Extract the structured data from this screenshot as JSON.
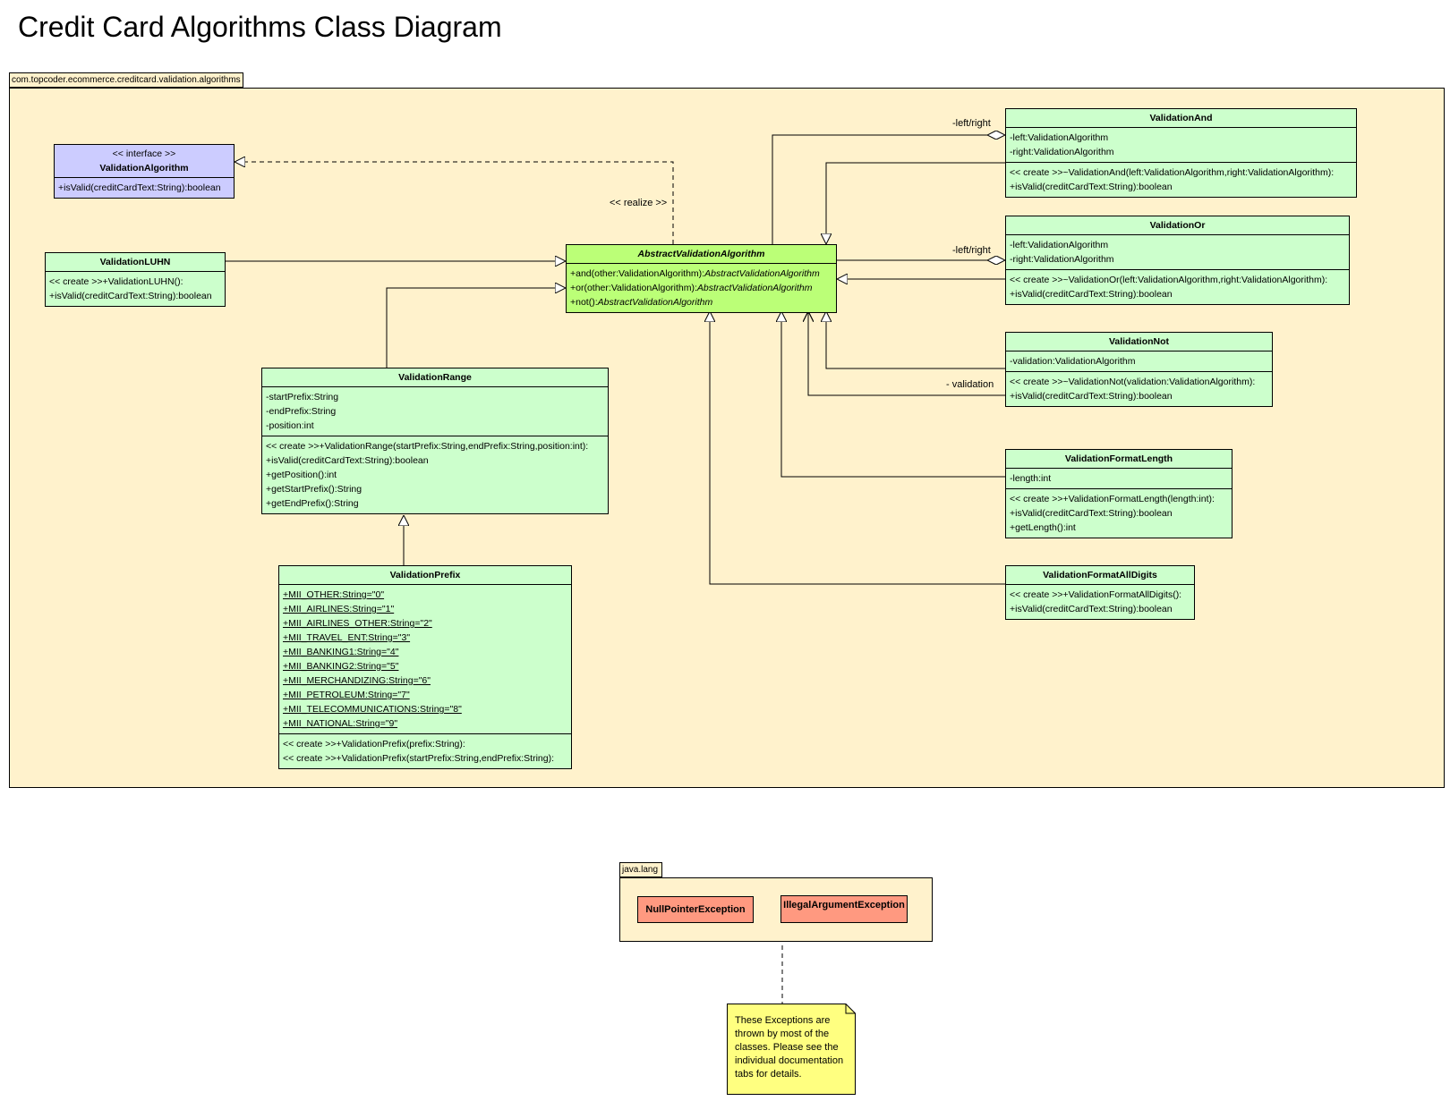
{
  "title": "Credit Card Algorithms Class Diagram",
  "packages": {
    "algorithms": "com.topcoder.ecommerce.creditcard.validation.algorithms",
    "java_lang": "java.lang"
  },
  "classes": {
    "validation_algorithm": {
      "stereotype": "<< interface >>",
      "name": "ValidationAlgorithm",
      "operations": [
        "+isValid(creditCardText:String):boolean"
      ]
    },
    "abstract_validation_algorithm": {
      "name": "AbstractValidationAlgorithm",
      "operations": [
        {
          "sig": "+and(other:ValidationAlgorithm):",
          "ret": "AbstractValidationAlgorithm"
        },
        {
          "sig": "+or(other:ValidationAlgorithm):",
          "ret": "AbstractValidationAlgorithm"
        },
        {
          "sig": "+not():",
          "ret": "AbstractValidationAlgorithm"
        }
      ]
    },
    "validation_luhn": {
      "name": "ValidationLUHN",
      "operations": [
        "<< create >>+ValidationLUHN():",
        "+isValid(creditCardText:String):boolean"
      ]
    },
    "validation_range": {
      "name": "ValidationRange",
      "attributes": [
        "-startPrefix:String",
        "-endPrefix:String",
        "-position:int"
      ],
      "operations": [
        "<< create >>+ValidationRange(startPrefix:String,endPrefix:String,position:int):",
        "+isValid(creditCardText:String):boolean",
        "+getPosition():int",
        "+getStartPrefix():String",
        "+getEndPrefix():String"
      ]
    },
    "validation_prefix": {
      "name": "ValidationPrefix",
      "attributes": [
        "+MII_OTHER:String=\"0\"",
        "+MII_AIRLINES:String=\"1\"",
        "+MII_AIRLINES_OTHER:String=\"2\"",
        "+MII_TRAVEL_ENT:String=\"3\"",
        "+MII_BANKING1:String=\"4\"",
        "+MII_BANKING2:String=\"5\"",
        "+MII_MERCHANDIZING:String=\"6\"",
        "+MII_PETROLEUM:String=\"7\"",
        "+MII_TELECOMMUNICATIONS:String=\"8\"",
        "+MII_NATIONAL:String=\"9\""
      ],
      "operations": [
        "<< create >>+ValidationPrefix(prefix:String):",
        "<< create >>+ValidationPrefix(startPrefix:String,endPrefix:String):"
      ]
    },
    "validation_and": {
      "name": "ValidationAnd",
      "attributes": [
        "-left:ValidationAlgorithm",
        "-right:ValidationAlgorithm"
      ],
      "operations": [
        "<< create >>~ValidationAnd(left:ValidationAlgorithm,right:ValidationAlgorithm):",
        "+isValid(creditCardText:String):boolean"
      ]
    },
    "validation_or": {
      "name": "ValidationOr",
      "attributes": [
        "-left:ValidationAlgorithm",
        "-right:ValidationAlgorithm"
      ],
      "operations": [
        "<< create >>~ValidationOr(left:ValidationAlgorithm,right:ValidationAlgorithm):",
        "+isValid(creditCardText:String):boolean"
      ]
    },
    "validation_not": {
      "name": "ValidationNot",
      "attributes": [
        "-validation:ValidationAlgorithm"
      ],
      "operations": [
        "<< create >>~ValidationNot(validation:ValidationAlgorithm):",
        "+isValid(creditCardText:String):boolean"
      ]
    },
    "validation_format_length": {
      "name": "ValidationFormatLength",
      "attributes": [
        "-length:int"
      ],
      "operations": [
        "<< create >>+ValidationFormatLength(length:int):",
        "+isValid(creditCardText:String):boolean",
        "+getLength():int"
      ]
    },
    "validation_format_all_digits": {
      "name": "ValidationFormatAllDigits",
      "operations": [
        "<< create >>+ValidationFormatAllDigits():",
        "+isValid(creditCardText:String):boolean"
      ]
    }
  },
  "exceptions": [
    "NullPointerException",
    "IllegalArgumentException"
  ],
  "labels": {
    "realize": "<< realize >>",
    "and_role": "-left/right",
    "or_role": "-left/right",
    "not_role": "- validation"
  },
  "note": "These Exceptions are thrown by most of the classes.  Please see the individual documentation tabs for details.",
  "colors": {
    "package": "#fff2cc",
    "class": "#ccffcc",
    "interface": "#ccccff",
    "abstract": "#bbff77",
    "exception": "#ff9980",
    "note": "#ffff80"
  }
}
